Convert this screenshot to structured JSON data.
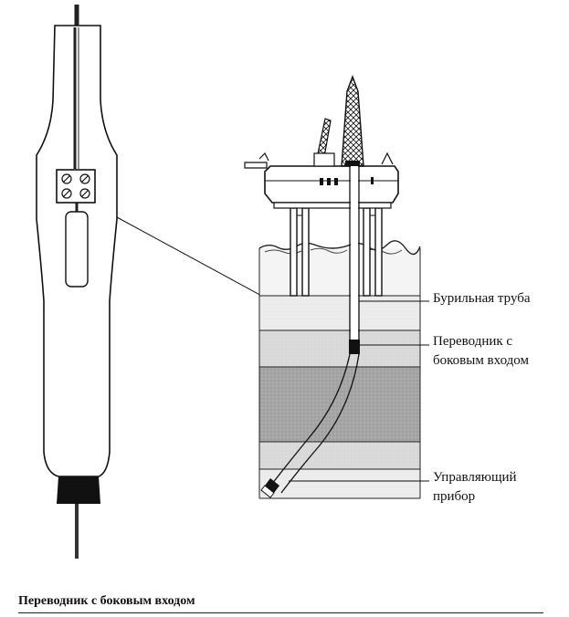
{
  "labels": {
    "drill_pipe": "Бурильная труба",
    "side_entry_line1": "Переводник с",
    "side_entry_line2": "боковым входом",
    "steering_line1": "Управляющий",
    "steering_line2": "прибор"
  },
  "caption": "Переводник с боковым входом",
  "colors": {
    "ink": "#111111",
    "layer_light": "#ebebeb",
    "layer_mid": "#dcdcdc",
    "layer_dark": "#a9a9a9",
    "sea": "#e6e6e6"
  }
}
